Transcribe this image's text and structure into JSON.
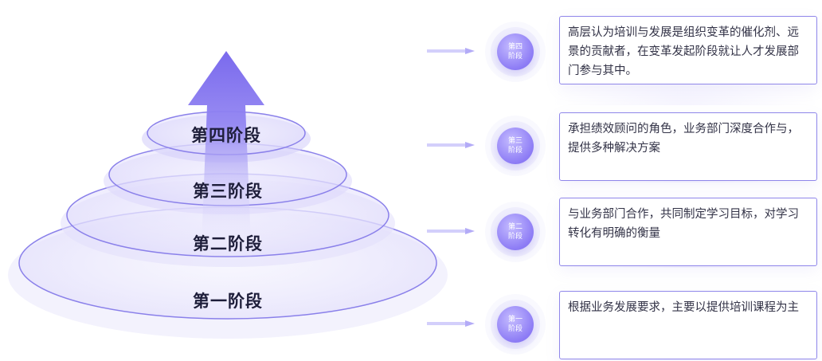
{
  "stages": [
    {
      "label": "第一阶段",
      "badge_line1": "第一",
      "badge_line2": "阶段",
      "description": "根据业务发展要求，主要以提供培训课程为主"
    },
    {
      "label": "第二阶段",
      "badge_line1": "第二",
      "badge_line2": "阶段",
      "description": "与业务部门合作，共同制定学习目标，对学习转化有明确的衡量"
    },
    {
      "label": "第三阶段",
      "badge_line1": "第三",
      "badge_line2": "阶段",
      "description": "承担绩效顾问的角色，业务部门深度合作与，提供多种解决方案"
    },
    {
      "label": "第四阶段",
      "badge_line1": "第四",
      "badge_line2": "阶段",
      "description": "高层认为培训与发展是组织变革的催化剂、远景的贡献者，在变革发起阶段就让人才发展部门参与其中。"
    }
  ],
  "colors": {
    "accent": "#7c6af0",
    "arrow": "#7a68ee",
    "ring_stroke": "#8a80ea",
    "card_border": "#8f86ea",
    "text": "#333347"
  }
}
